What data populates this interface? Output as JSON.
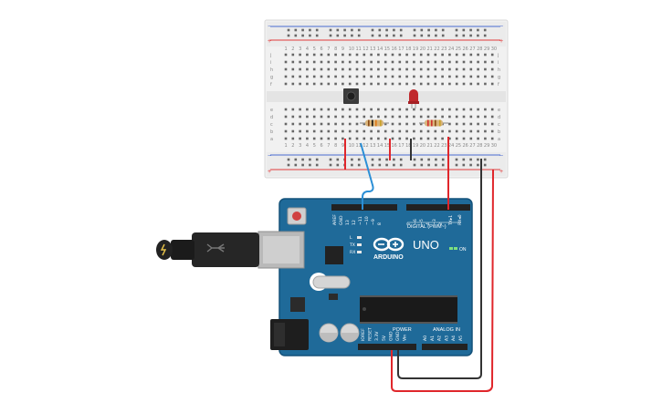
{
  "breadboard": {
    "column_count": 30,
    "rows_top": [
      "j",
      "i",
      "h",
      "g",
      "f"
    ],
    "rows_bottom": [
      "e",
      "d",
      "c",
      "b",
      "a"
    ],
    "rail_plus": "+",
    "rail_minus": "−"
  },
  "arduino": {
    "brand": "ARDUINO",
    "model": "UNO",
    "on_label": "ON",
    "digital_label": "DIGITAL (PWM~)",
    "power_label": "POWER",
    "analog_label": "ANALOG IN",
    "top_pins": [
      "AREF",
      "GND",
      "13",
      "12",
      "~11",
      "~10",
      "~9",
      "8",
      "7",
      "~6",
      "~5",
      "4",
      "~3",
      "2",
      "TX▸1",
      "RX◂0"
    ],
    "power_pins": [
      "IOREF",
      "RESET",
      "3.3V",
      "5V",
      "GND",
      "GND",
      "Vin"
    ],
    "analog_pins": [
      "A0",
      "A1",
      "A2",
      "A3",
      "A4",
      "A5"
    ],
    "led_labels": [
      "L",
      "TX",
      "RX"
    ]
  },
  "colors": {
    "board_blue": "#1f6a99",
    "board_edge": "#14527a",
    "wire_red": "#e0262b",
    "wire_black": "#333333",
    "wire_blue": "#2b8fd6",
    "breadboard": "#f1f1f1",
    "rail_red": "#e23b3b",
    "rail_blue": "#4a6bd1",
    "led_red": "#c0282c"
  }
}
